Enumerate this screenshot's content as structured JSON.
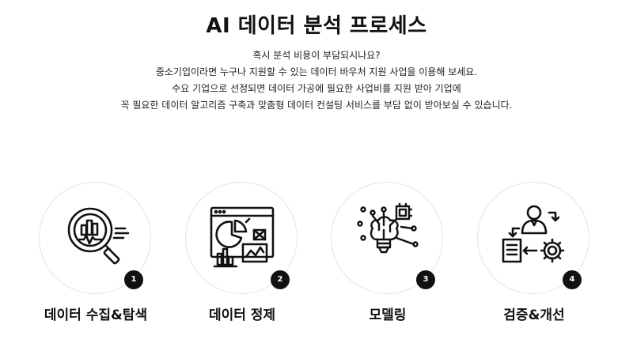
{
  "header": {
    "title": "AI 데이터 분석 프로세스"
  },
  "description": {
    "lines": [
      "혹시 분석 비용이 부담되시나요?",
      "중소기업이라면 누구나 지원할 수 있는 데이터 바우처 지원 사업을 이용해 보세요.",
      "수요 기업으로 선정되면 데이터 가공에 필요한 사업비를 지원 받아 기업에",
      "꼭 필요한 데이터 알고리즘 구축과 맞춤형 데이터 컨설팅 서비스를 부담 없이 받아보실 수 있습니다."
    ]
  },
  "steps": [
    {
      "number": "1",
      "label": "데이터 수집&탐색",
      "icon": "magnifier-chart-icon"
    },
    {
      "number": "2",
      "label": "데이터 정제",
      "icon": "dashboard-charts-icon"
    },
    {
      "number": "3",
      "label": "모델링",
      "icon": "lightbulb-circuit-icon"
    },
    {
      "number": "4",
      "label": "검증&개선",
      "icon": "person-document-gear-icon"
    }
  ]
}
